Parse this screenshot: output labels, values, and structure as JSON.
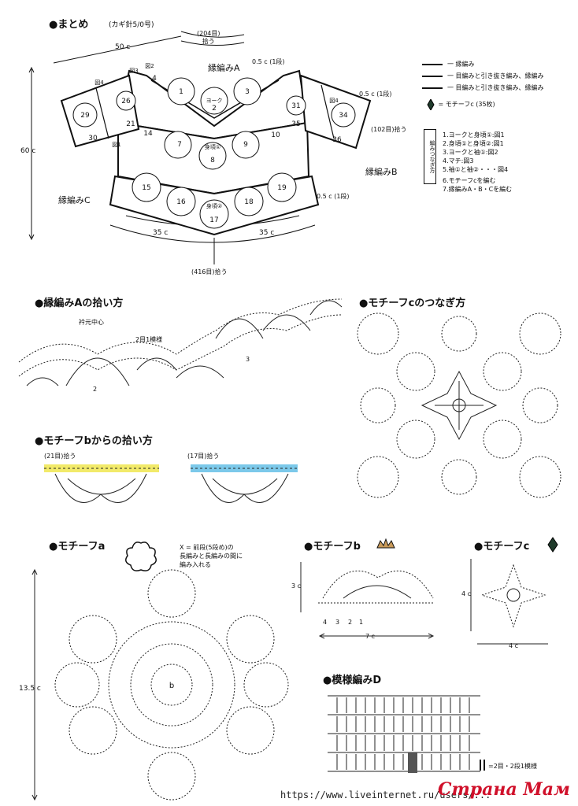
{
  "summary": {
    "title": "●まとめ",
    "hook": "(カギ針5/0号)",
    "dim_width_top": "50 c",
    "pickup_top": "(204目)\n拾う",
    "dim_height": "60 c",
    "dim_hem_left": "35 c",
    "dim_hem_right": "35 c",
    "pickup_bottom": "(416目)拾う",
    "pickup_right": "(102目)拾う",
    "edge_a": "縁編みA",
    "edge_b": "縁編みB",
    "edge_c": "縁編みC",
    "row_note_1": "0.5 c (1段)",
    "row_note_2": "0.5 c (1段)",
    "row_note_3": "0.5 c (1段)",
    "fig_labels": [
      "図1",
      "図2",
      "図3",
      "図4",
      "図4",
      "図1"
    ],
    "panel_labels": [
      "ヨーク",
      "身頃①",
      "身頃②"
    ],
    "motif_numbers": [
      "1",
      "2",
      "3",
      "4",
      "7",
      "8",
      "9",
      "10",
      "14",
      "15",
      "16",
      "17",
      "18",
      "19",
      "21",
      "26",
      "29",
      "30",
      "31",
      "34",
      "35",
      "36"
    ]
  },
  "legend": {
    "items": [
      "一 縁編み",
      "一 目編みと引き抜き編み、縁編み",
      "一 目編みと引き抜き編み、縁編み"
    ],
    "motif_c_note": "= モチーフc (35枚)",
    "join_title": "編みつなぎ方",
    "join_steps": [
      "1.ヨークと身頃①:図1",
      "2.身頃①と身頃②:図1",
      "3.ヨークと袖①:図2",
      "4.マチ:図3",
      "5.袖①と袖②・・・図4",
      "6.モチーフcを編む",
      "7.縁編みA・B・Cを編む"
    ]
  },
  "sections": {
    "edge_a_title": "●縁編みAの拾い方",
    "edge_a_labels": [
      "衿元中心",
      "2目1模様",
      "2",
      "3"
    ],
    "motif_c_join_title": "●モチーフcのつなぎ方",
    "motif_b_pick_title": "●モチーフbからの拾い方",
    "pick_21": "(21目)拾う",
    "pick_17": "(17目)拾う",
    "motif_a_title": "●モチーフa",
    "motif_a_note": "X = 前段(5段め)の\n長編みと長編みの間に\n編み入れる",
    "motif_a_size": "13.5 c",
    "motif_a_center": "b",
    "motif_b_title": "●モチーフb",
    "motif_b_h": "3 c",
    "motif_b_w": "7 c",
    "motif_b_rows": [
      "4",
      "3",
      "2",
      "1"
    ],
    "motif_c_title": "●モチーフc",
    "motif_c_h": "4 c",
    "motif_c_w": "4 c",
    "pattern_d_title": "●模様編みD",
    "pattern_d_note": "=2目・2段1模様"
  },
  "footer": {
    "url": "https://www.liveinternet.ru/users/...",
    "watermark": "Страна Мам"
  },
  "colors": {
    "highlight_yellow": "#f2ea6a",
    "highlight_blue": "#7cc9ea",
    "watermark_red": "#d0102a"
  }
}
